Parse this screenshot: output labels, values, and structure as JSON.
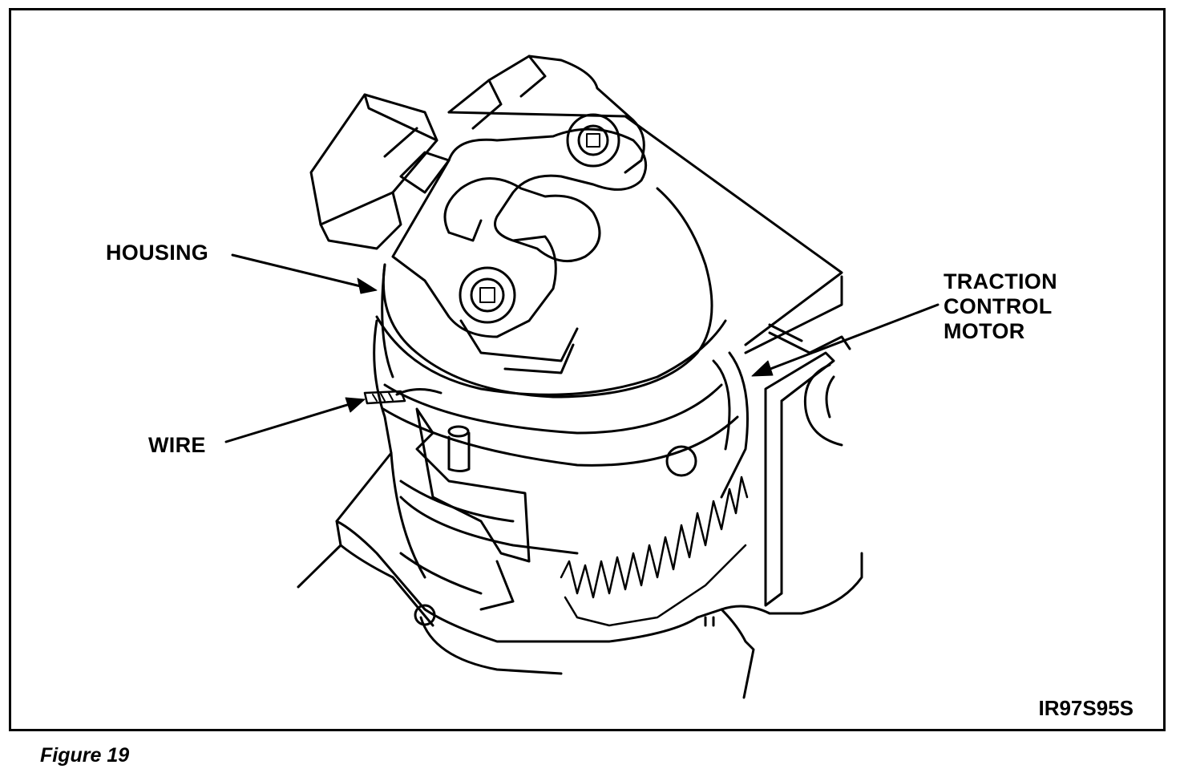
{
  "labels": {
    "housing": "HOUSING",
    "wire": "WIRE",
    "traction_line1": "TRACTION",
    "traction_line2": "CONTROL",
    "traction_line3": "MOTOR",
    "drawing_code": "IR97S95S"
  },
  "caption": "Figure 19",
  "colors": {
    "ink": "#000000",
    "paper": "#ffffff"
  }
}
